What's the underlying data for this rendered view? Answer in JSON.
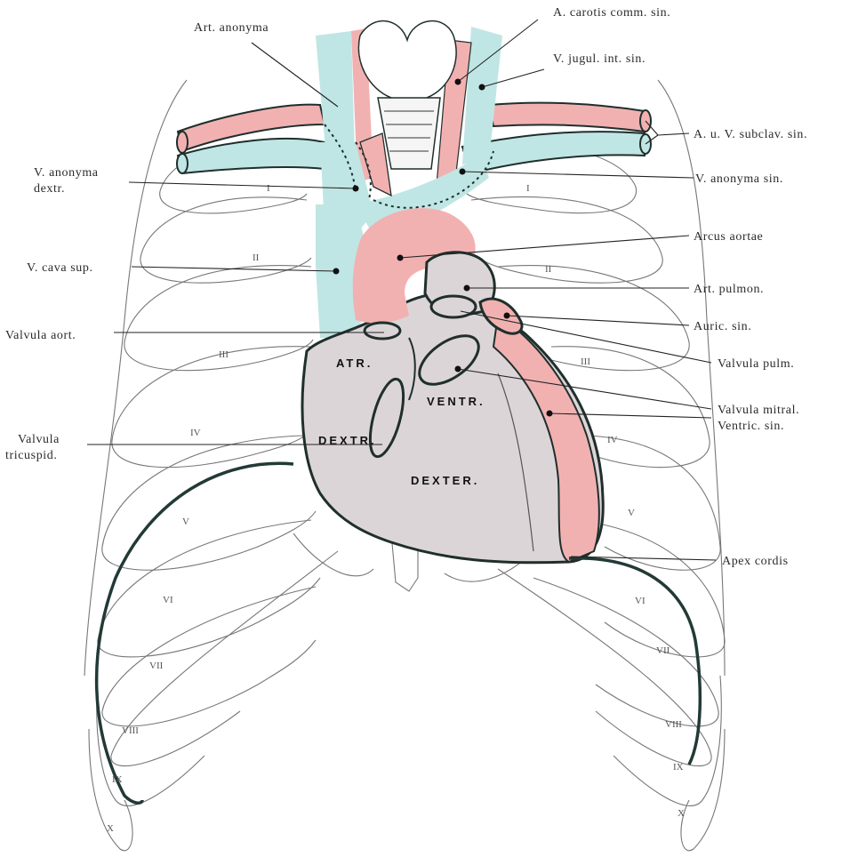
{
  "colors": {
    "artery": "#f2b1b1",
    "vein": "#bfe6e4",
    "heart": "#dcd5d8",
    "outline": "#1f2f2c",
    "diaphragm": "#223a36"
  },
  "labels": {
    "art_anonyma": "Art. anonyma",
    "a_carotis": "A. carotis comm. sin.",
    "v_jugul": "V. jugul. int. sin.",
    "a_v_subclav": "A. u. V. subclav. sin.",
    "v_anonyma_dextr_1": "V. anonyma",
    "v_anonyma_dextr_2": "dextr.",
    "v_anonyma_sin": "V. anonyma sin.",
    "arcus_aortae": "Arcus aortae",
    "v_cava_sup": "V. cava sup.",
    "art_pulmon": "Art. pulmon.",
    "auric_sin": "Auric. sin.",
    "valvula_aort": "Valvula aort.",
    "valvula_pulm": "Valvula pulm.",
    "valvula_mitral": "Valvula mitral.",
    "ventric_sin": "Ventric. sin.",
    "valvula_tricuspid_1": "Valvula",
    "valvula_tricuspid_2": "tricuspid.",
    "apex_cordis": "Apex cordis"
  },
  "heart_text": {
    "atr": "ATR.",
    "dextr": "DEXTR.",
    "ventr": "VENTR.",
    "dexter": "DEXTER."
  },
  "rib_numerals": {
    "r1": "I",
    "r2": "II",
    "r3": "III",
    "r4": "IV",
    "r5": "V",
    "r6": "VI",
    "r7": "VII",
    "r8": "VIII",
    "r9": "IX",
    "r10": "X",
    "l1": "I",
    "l2": "II",
    "l3": "III",
    "l4": "IV",
    "l5": "V",
    "l6": "VI",
    "l7": "VII",
    "l8": "VIII",
    "l9": "IX",
    "l10": "X"
  }
}
